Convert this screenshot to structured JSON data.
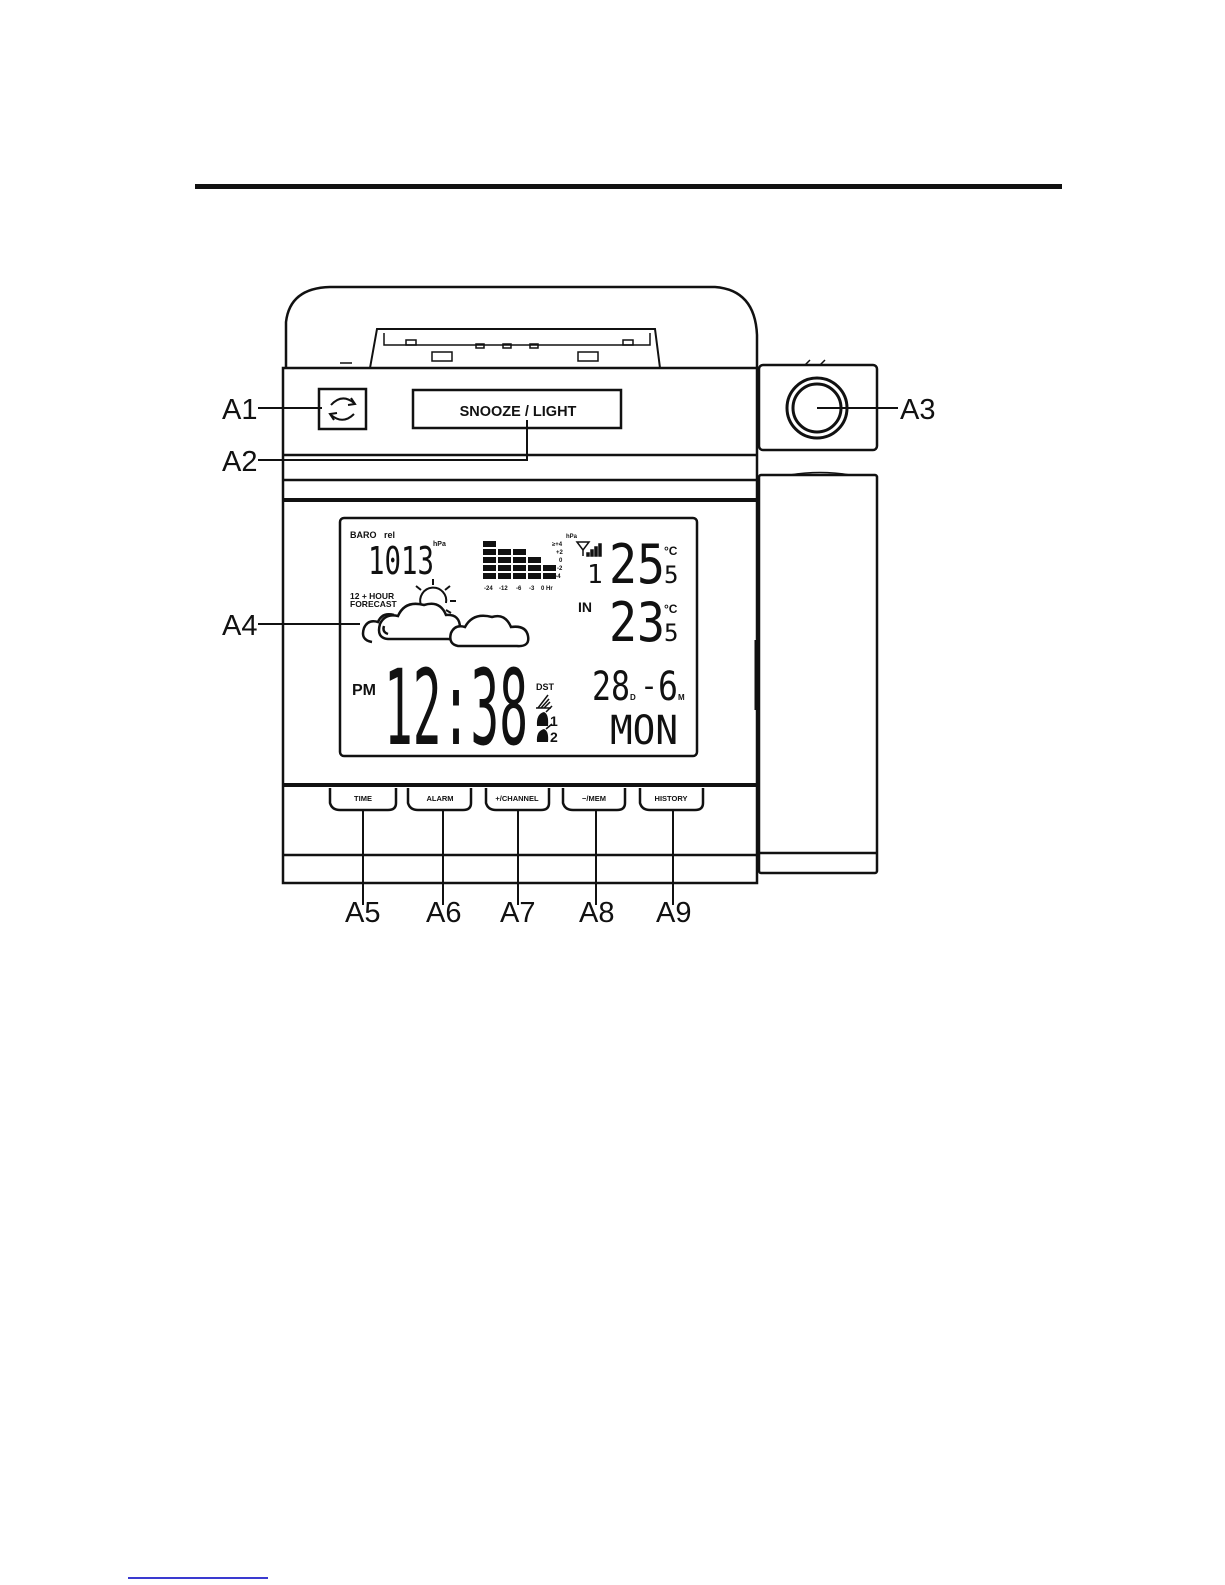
{
  "callouts": {
    "a1": "A1",
    "a2": "A2",
    "a3": "A3",
    "a4": "A4",
    "a5": "A5",
    "a6": "A6",
    "a7": "A7",
    "a8": "A8",
    "a9": "A9"
  },
  "device": {
    "snooze_label": "SNOOZE / LIGHT",
    "buttons": [
      "TIME",
      "ALARM",
      "+/CHANNEL",
      "−/MEM",
      "HISTORY"
    ]
  },
  "lcd": {
    "baro_label": "BARO",
    "rel_label": "rel",
    "pressure_value": "1013",
    "pressure_unit": "hPa",
    "history_unit": "hPa",
    "history_scale": [
      "≥+4",
      "+2",
      "0",
      "-2",
      "≤-4"
    ],
    "history_axis": [
      "-24",
      "-12",
      "-6",
      "-3",
      "0 Hr"
    ],
    "history_bars": [
      5,
      4,
      4,
      3,
      2
    ],
    "forecast_line1": "12 + HOUR",
    "forecast_line2": "FORECAST",
    "channel_number": "1",
    "outdoor_temp_int": "25",
    "outdoor_temp_dec": "5",
    "temp_unit": "°C",
    "indoor_label": "IN",
    "indoor_temp_int": "23",
    "indoor_temp_dec": "5",
    "period": "PM",
    "time": "12:38",
    "dst_label": "DST",
    "alarm1": "1",
    "alarm2": "2",
    "day": "28",
    "day_suffix": "D",
    "month_sep": "-",
    "month": "6",
    "month_suffix": "M",
    "weekday": "MON"
  }
}
